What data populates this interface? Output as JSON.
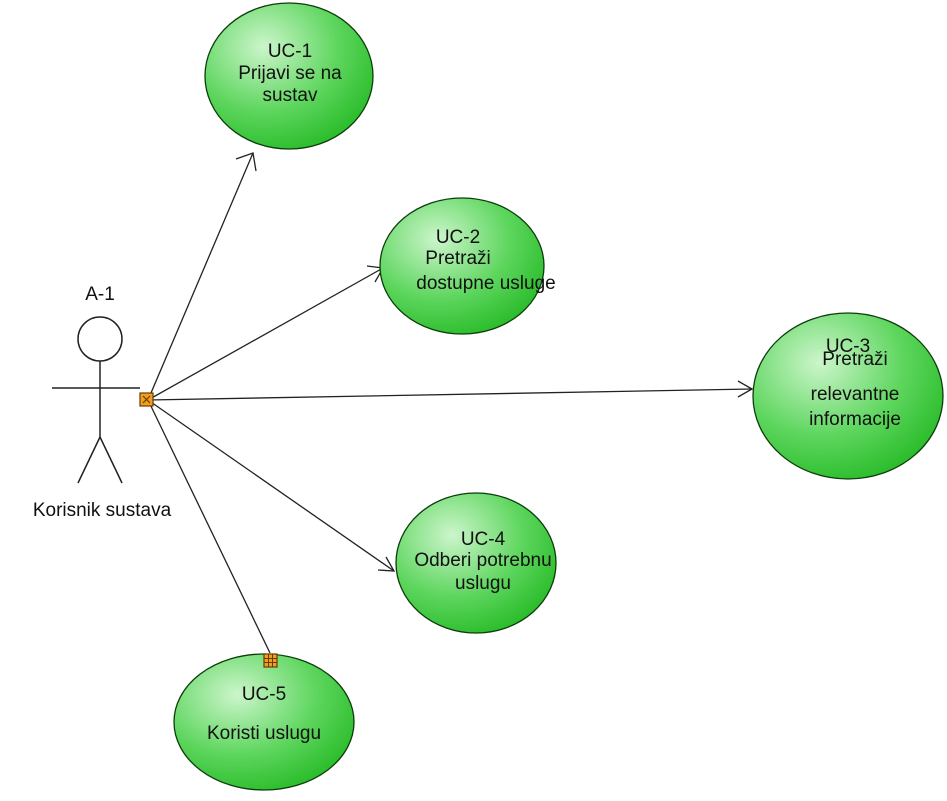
{
  "actor": {
    "id": "A-1",
    "name": "Korisnik sustava"
  },
  "use_cases": [
    {
      "id": "UC-1",
      "lines": [
        "Prijavi se na",
        "sustav"
      ]
    },
    {
      "id": "UC-2",
      "lines": [
        "Pretraži",
        "dostupne usluge"
      ]
    },
    {
      "id": "UC-3",
      "lines": [
        "Pretraži",
        "relevantne",
        "informacije"
      ]
    },
    {
      "id": "UC-4",
      "lines": [
        "Odberi potrebnu",
        "uslugu"
      ]
    },
    {
      "id": "UC-5",
      "lines": [
        "Koristi uslugu"
      ]
    }
  ],
  "colors": {
    "ellipse_fill_light": "#ccf5cc",
    "ellipse_fill_mid": "#5ed65e",
    "ellipse_fill_dark": "#22b822",
    "ellipse_stroke": "#0b3d0b",
    "line": "#222222",
    "port_fill": "#f0a020",
    "port_stroke": "#6b3a00"
  }
}
